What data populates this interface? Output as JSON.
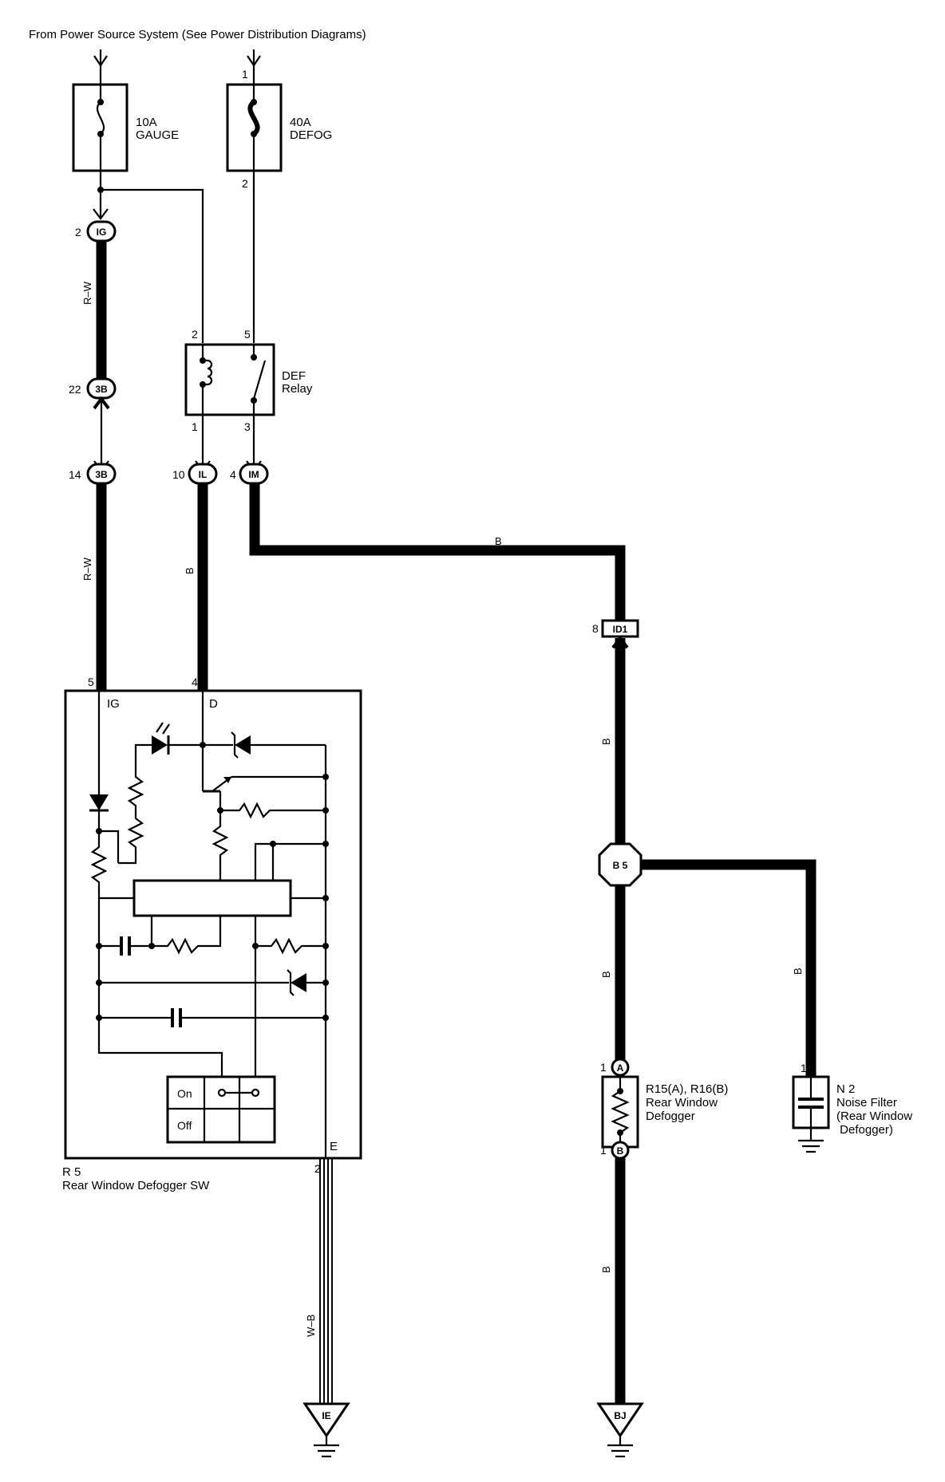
{
  "header": "From Power Source System (See Power Distribution Diagrams)",
  "fuses": [
    {
      "rating": "10A",
      "name": "GAUGE"
    },
    {
      "rating": "40A",
      "name": "DEFOG",
      "pin_top": "1",
      "pin_bottom": "2"
    }
  ],
  "relay": {
    "name": "DEF",
    "type": "Relay",
    "pins": [
      "2",
      "5",
      "1",
      "3"
    ]
  },
  "connectors": {
    "ig_top": {
      "pin": "2",
      "code": "IG"
    },
    "b3_upper": {
      "pin": "22",
      "code": "3B"
    },
    "b3_lower": {
      "pin": "14",
      "code": "3B"
    },
    "il": {
      "pin": "10",
      "code": "IL"
    },
    "im": {
      "pin": "4",
      "code": "IM"
    },
    "id1": {
      "pin": "8",
      "code": "ID1"
    },
    "b5": {
      "code": "B 5"
    },
    "ie": {
      "code": "IE"
    },
    "bj": {
      "code": "BJ"
    }
  },
  "wires": {
    "rw_upper": "R–W",
    "rw_lower": "R–W",
    "b_il": "B",
    "b_horizontal": "B",
    "b_id1": "B",
    "b_b5_down": "B",
    "b_b5_right": "B",
    "b_bottom": "B",
    "wb": "W–B"
  },
  "switch": {
    "pin_ig": "5",
    "label_ig": "IG",
    "pin_d": "4",
    "label_d": "D",
    "pin_e": "2",
    "label_e": "E",
    "on": "On",
    "off": "Off",
    "code": "R 5",
    "name": "Rear Window Defogger SW"
  },
  "defogger": {
    "pin_a": "1",
    "term_a": "A",
    "pin_b": "1",
    "term_b": "B",
    "line1": "R15(A), R16(B)",
    "line2": "Rear Window",
    "line3": "Defogger"
  },
  "noise_filter": {
    "pin": "1",
    "line1": "N 2",
    "line2": "Noise Filter",
    "line3": "(Rear Window",
    "line4": " Defogger)"
  }
}
